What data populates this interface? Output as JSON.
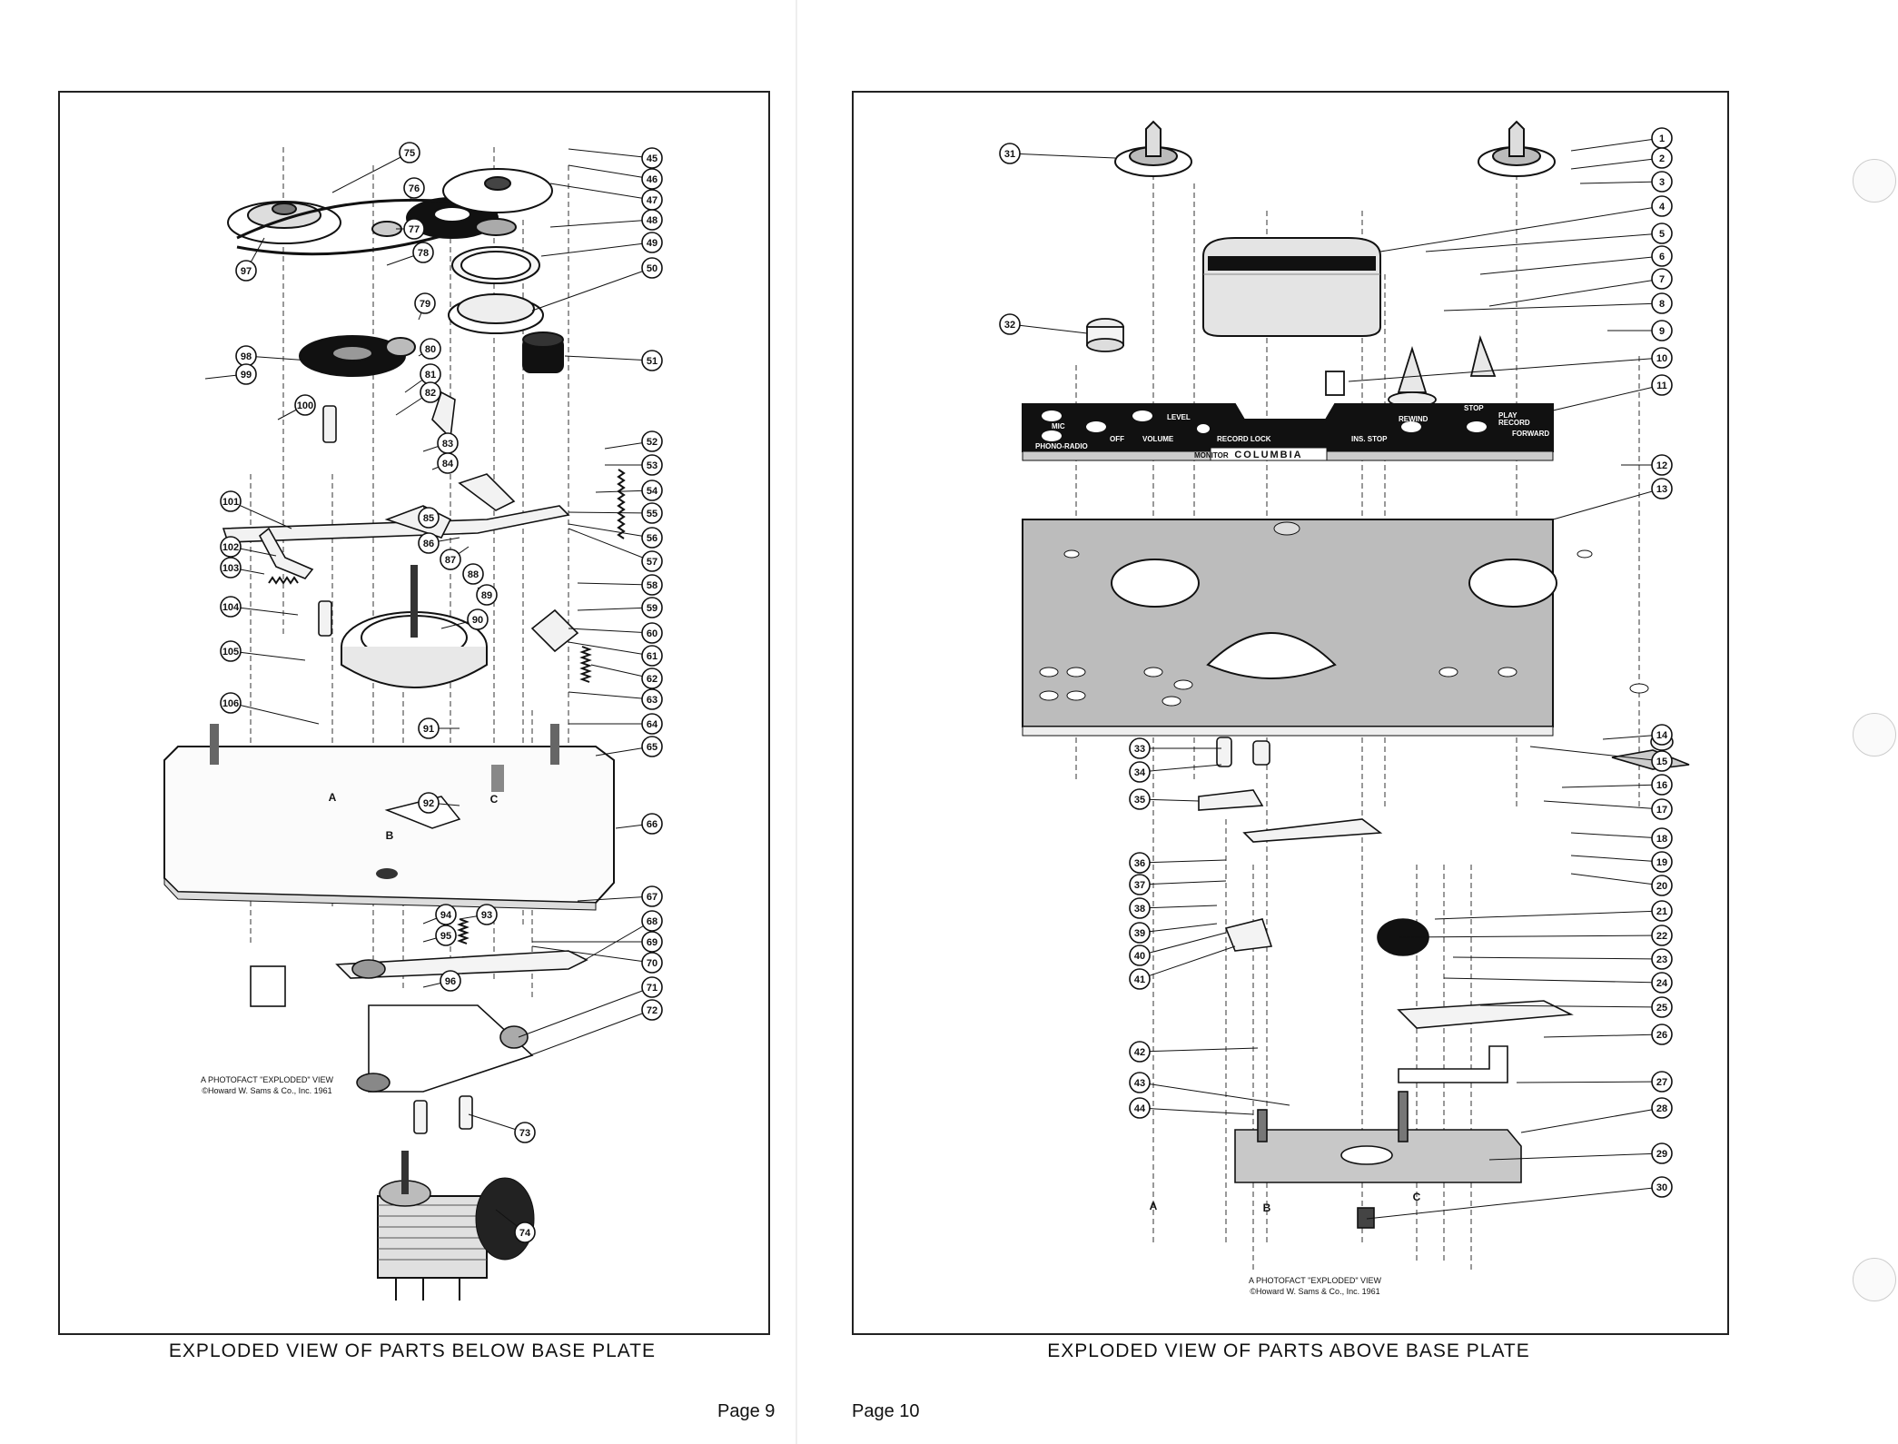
{
  "left_page": {
    "caption": "EXPLODED VIEW OF PARTS BELOW BASE PLATE",
    "page_number": "Page 9",
    "credit_line1": "A PHOTOFACT \"EXPLODED\" VIEW",
    "credit_line2": "©Howard W. Sams & Co., Inc. 1961",
    "callouts": [
      "45",
      "46",
      "47",
      "48",
      "49",
      "50",
      "51",
      "52",
      "53",
      "54",
      "55",
      "56",
      "57",
      "58",
      "59",
      "60",
      "61",
      "62",
      "63",
      "64",
      "65",
      "66",
      "67",
      "68",
      "69",
      "70",
      "71",
      "72",
      "73",
      "74",
      "75",
      "76",
      "77",
      "78",
      "79",
      "80",
      "81",
      "82",
      "83",
      "84",
      "85",
      "86",
      "87",
      "88",
      "89",
      "90",
      "91",
      "92",
      "93",
      "94",
      "95",
      "96",
      "97",
      "98",
      "99",
      "100",
      "101",
      "102",
      "103",
      "104",
      "105",
      "106"
    ],
    "letters": [
      "A",
      "B",
      "C"
    ]
  },
  "right_page": {
    "caption": "EXPLODED VIEW OF PARTS ABOVE BASE PLATE",
    "page_number": "Page 10",
    "credit_line1": "A PHOTOFACT \"EXPLODED\" VIEW",
    "credit_line2": "©Howard W. Sams & Co., Inc. 1961",
    "callouts": [
      "1",
      "2",
      "3",
      "4",
      "5",
      "6",
      "7",
      "8",
      "9",
      "10",
      "11",
      "12",
      "13",
      "14",
      "15",
      "16",
      "17",
      "18",
      "19",
      "20",
      "21",
      "22",
      "23",
      "24",
      "25",
      "26",
      "27",
      "28",
      "29",
      "30",
      "31",
      "32",
      "33",
      "34",
      "35",
      "36",
      "37",
      "38",
      "39",
      "40",
      "41",
      "42",
      "43",
      "44"
    ],
    "panel_labels": {
      "mic": "MIC",
      "level": "LEVEL",
      "phono_radio": "PHONO-RADIO",
      "off": "OFF",
      "volume": "VOLUME",
      "record_lock": "RECORD LOCK",
      "monitor": "MONITOR",
      "brand": "COLUMBIA",
      "ins_stop": "INS. STOP",
      "stop": "STOP",
      "rewind": "REWIND",
      "play": "PLAY",
      "record": "RECORD",
      "forward": "FORWARD"
    },
    "letters": [
      "A",
      "B",
      "C"
    ]
  }
}
